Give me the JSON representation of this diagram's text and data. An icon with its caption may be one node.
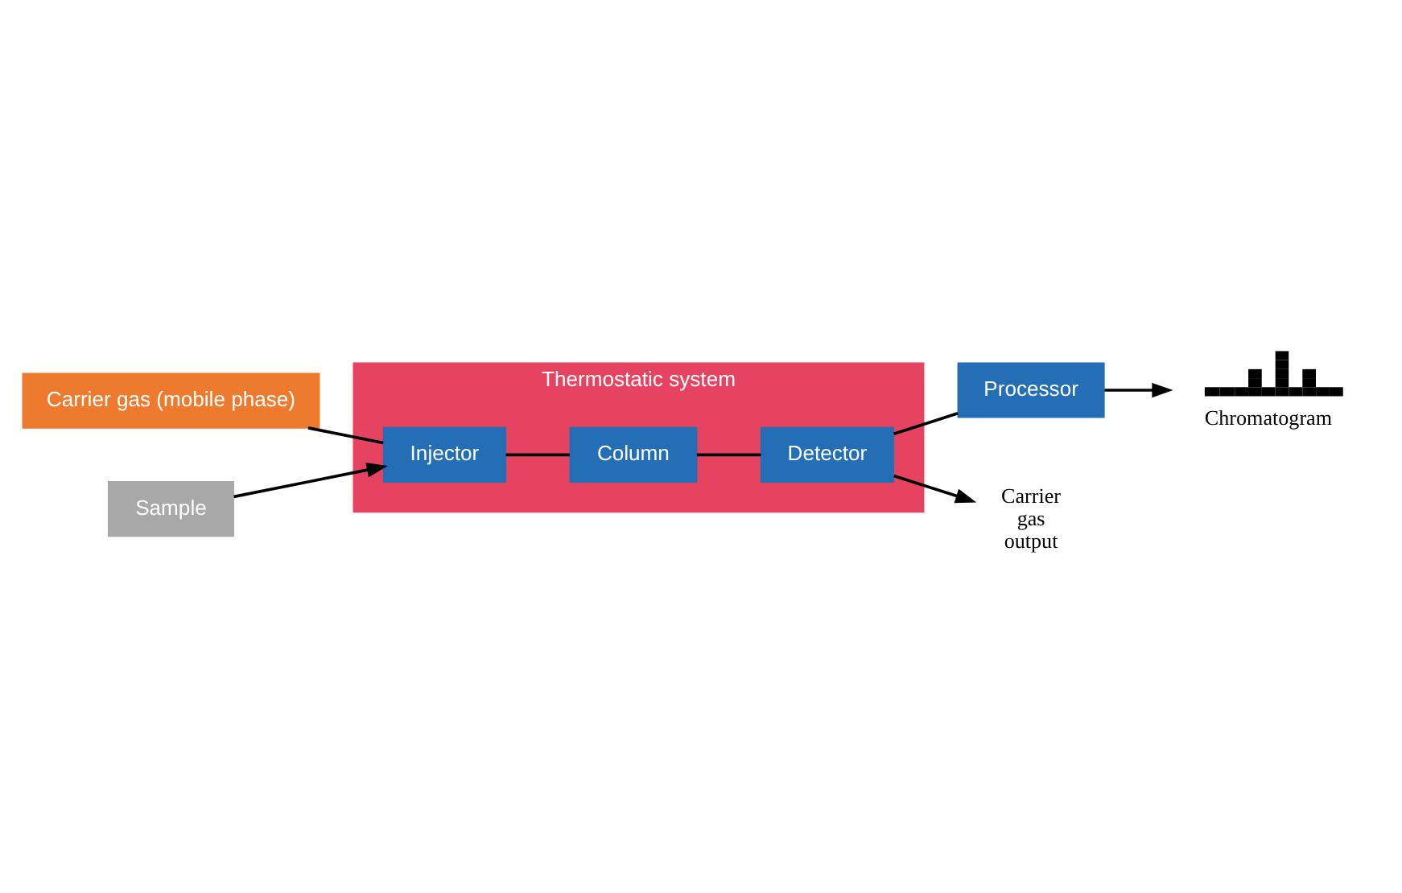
{
  "diagram": {
    "nodes": [
      {
        "text": [
          "Carrier gas (mobile phase)"
        ]
      },
      {
        "text": [
          "Thermostatic system"
        ]
      },
      {
        "text": [
          "Injector"
        ],
        "in": 1
      },
      {
        "text": [
          "Column"
        ],
        "in": 1
      },
      {
        "text": [
          "Detector"
        ],
        "in": 1
      },
      {
        "text": [
          "Sample"
        ]
      },
      {
        "text": [
          "Processor"
        ]
      },
      {
        "text": [
          "Carrier gas output"
        ]
      },
      {
        "text": [],
        "shape": "picture",
        "beside": [
          "Chromatogram"
        ]
      }
    ],
    "edges": [
      {
        "from": 0,
        "to": 2,
        "arrow": "none"
      },
      {
        "from": 2,
        "to": 3,
        "arrow": "none"
      },
      {
        "from": 3,
        "to": 4,
        "arrow": "none"
      },
      {
        "from": 4,
        "to": 7,
        "arrow": "to"
      },
      {
        "from": 5,
        "to": 2,
        "arrow": "to"
      },
      {
        "from": 4,
        "to": 6,
        "arrow": "none"
      },
      {
        "from": 6,
        "to": 8,
        "arrow": "to"
      }
    ]
  }
}
